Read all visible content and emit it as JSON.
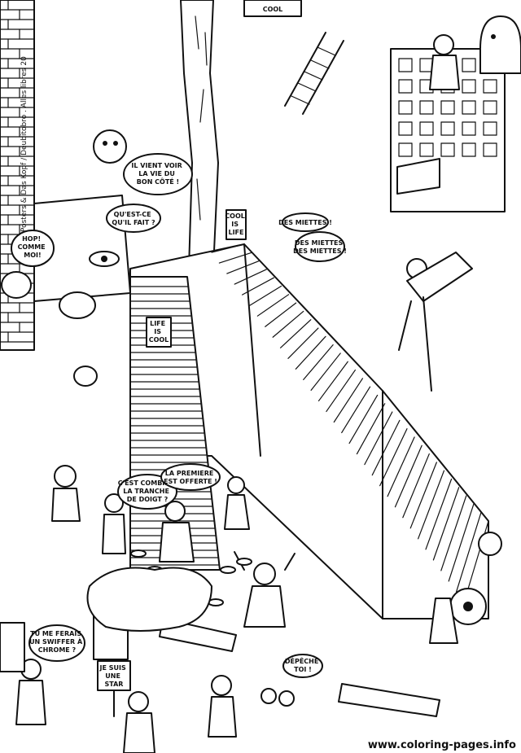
{
  "bubbles": {
    "b1": [
      "IL VIENT VOIR",
      "LA VIE DU",
      "BON CÔTÉ !"
    ],
    "b2": [
      "QU'EST-CE",
      "QU'IL FAIT ?"
    ],
    "b3": [
      "HOP!",
      "COMME",
      "MOI!"
    ],
    "b4": [
      "DES MIETTES !"
    ],
    "b5": [
      "DES MIETTES",
      "DES MIETTES !"
    ],
    "b6": [
      "C'EST COMBIEN",
      "LA TRANCHE",
      "DE DOIGT ?"
    ],
    "b7": [
      "LA PREMIERE",
      "EST OFFERTE !"
    ],
    "b8": [
      "TU ME FERAIS",
      "UN SWIFFER À",
      "CHROME ?"
    ],
    "b9": [
      "DÉPÊCHE",
      "TOI !"
    ]
  },
  "signs": {
    "cool": "COOL",
    "life_cool_vertical": [
      "COOL",
      "IS",
      "LIFE"
    ],
    "life_cool": [
      "LIFE",
      "IS",
      "COOL"
    ],
    "star": [
      "JE SUIS",
      "UNE",
      "STAR"
    ]
  },
  "credit": "Posters & Das Kopf / Deubitobro . Alles libres 20",
  "watermark": "www.coloring-pages.info",
  "colors": {
    "ink": "#111111",
    "paper": "#ffffff"
  }
}
